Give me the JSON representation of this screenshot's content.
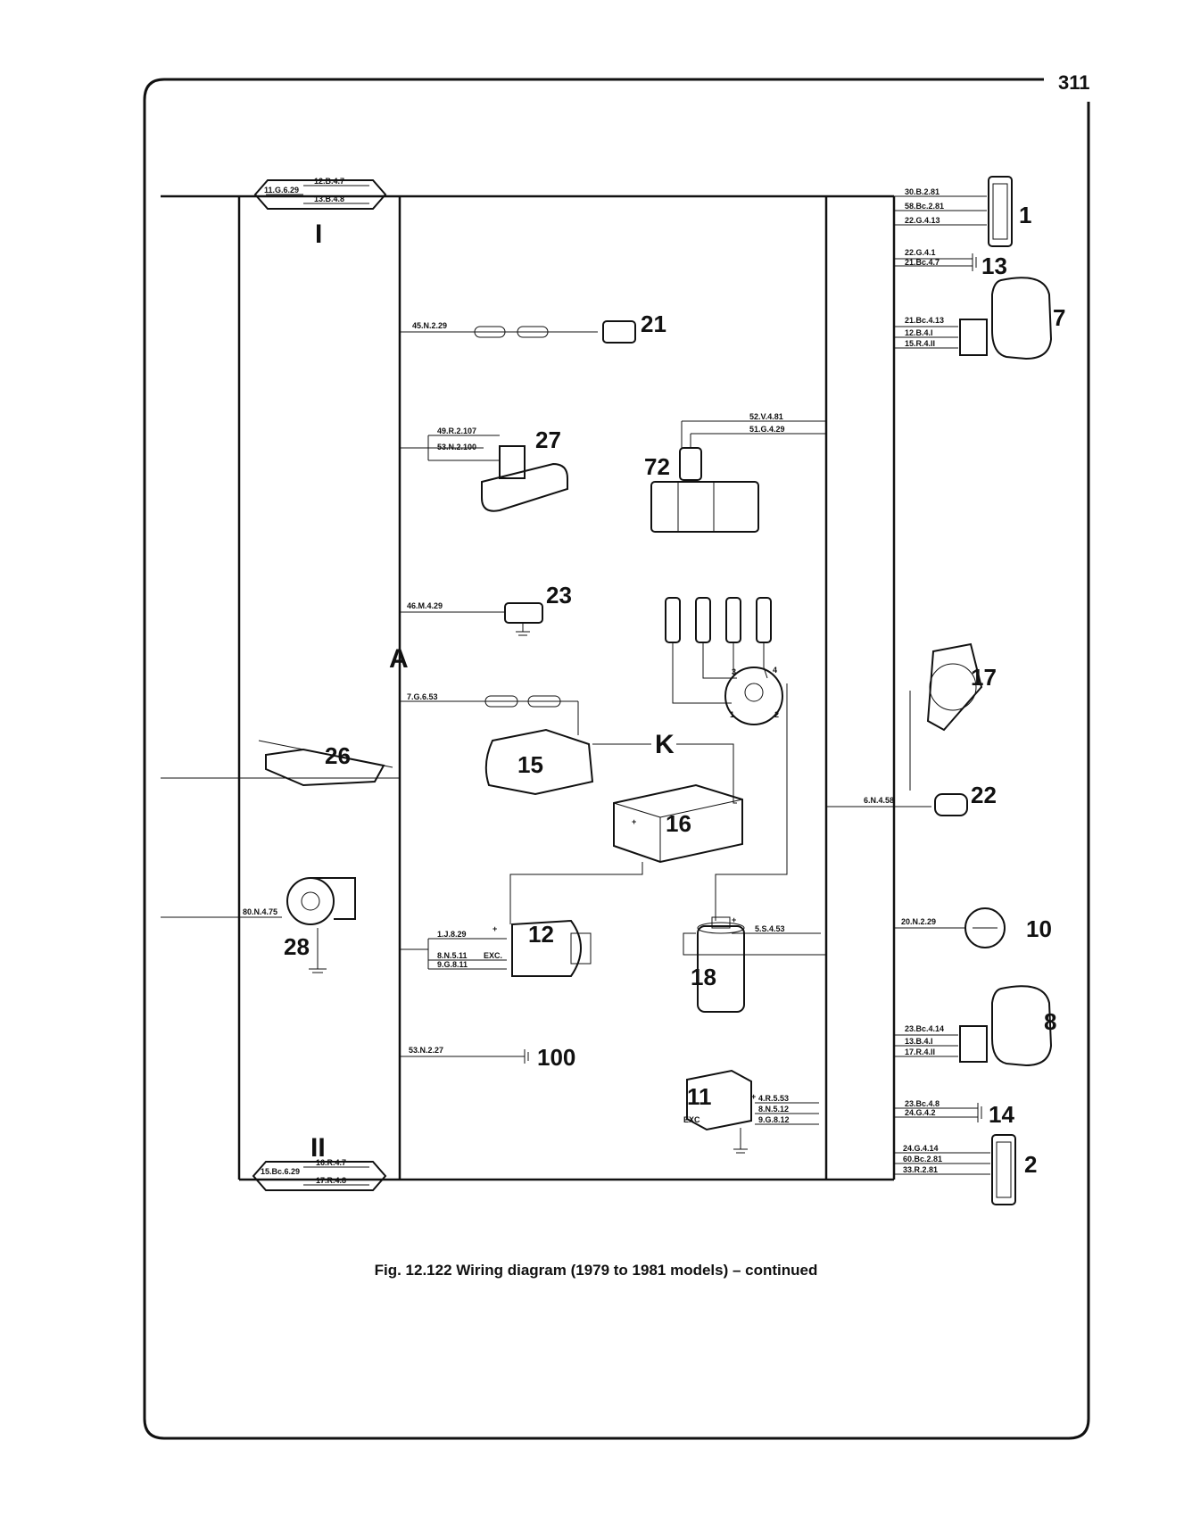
{
  "page_number": "311",
  "caption": "Fig. 12.122 Wiring diagram (1979 to 1981 models) – continued",
  "connectors": {
    "top": {
      "roman": "I",
      "left": "11.G.6.29",
      "right_upper": "12.B.4.7",
      "right_lower": "13.B.4.8"
    },
    "bottom": {
      "roman": "II",
      "left": "15.Bc.6.29",
      "right_upper": "16.R.4.7",
      "right_lower": "17.R.4.8"
    }
  },
  "harness_letters": {
    "a": "A",
    "k": "K"
  },
  "component_numbers": {
    "c1": "1",
    "c2": "2",
    "c7": "7",
    "c8": "8",
    "c10": "10",
    "c11": "11",
    "c12": "12",
    "c13": "13",
    "c14": "14",
    "c15": "15",
    "c16": "16",
    "c17": "17",
    "c18": "18",
    "c21": "21",
    "c22": "22",
    "c23": "23",
    "c26": "26",
    "c27": "27",
    "c28": "28",
    "c72": "72",
    "c100": "100"
  },
  "wire_labels": {
    "c1_a": "30.B.2.81",
    "c1_b": "58.Bc.2.81",
    "c1_c": "22.G.4.13",
    "c13_a": "22.G.4.1",
    "c13_b": "21.Bc.4.7",
    "c7_a": "21.Bc.4.13",
    "c7_b": "12.B.4.I",
    "c7_c": "15.R.4.II",
    "c21": "45.N.2.29",
    "c27_a": "49.R.2.107",
    "c27_b": "53.N.2.100",
    "c72_a": "52.V.4.81",
    "c72_b": "51.G.4.29",
    "c23": "46.M.4.29",
    "c15": "7.G.6.53",
    "c22": "6.N.4.58",
    "c28": "80.N.4.75",
    "c12_a": "1.J.8.29",
    "c12_b": "8.N.5.11",
    "c12_c": "9.G.8.11",
    "c12_exc": "EXC.",
    "c18": "5.S.4.53",
    "c10": "20.N.2.29",
    "c8_a": "23.Bc.4.14",
    "c8_b": "13.B.4.I",
    "c8_c": "17.R.4.II",
    "c100": "53.N.2.27",
    "c11_a": "4.R.5.53",
    "c11_b": "8.N.5.12",
    "c11_c": "9.G.8.12",
    "c11_exc": "EXC",
    "c14_a": "23.Bc.4.8",
    "c14_b": "24.G.4.2",
    "c2_a": "24.G.4.14",
    "c2_b": "60.Bc.2.81",
    "c2_c": "33.R.2.81"
  },
  "distributor_terminals": {
    "t1": "1",
    "t2": "2",
    "t3": "3",
    "t4": "4"
  },
  "polarity": {
    "plus": "+"
  }
}
